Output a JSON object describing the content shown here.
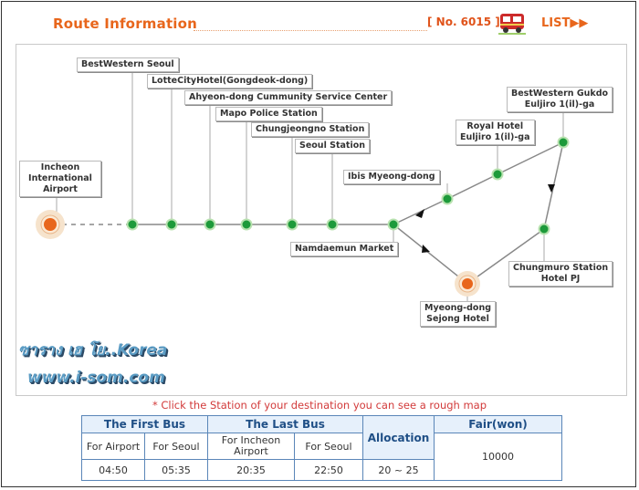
{
  "header": {
    "title": "Route Information",
    "route_no": "[ No. 6015 ]",
    "list_label": "LIST▶▶"
  },
  "stations": {
    "airport": "Incheon\nInternational\nAirport",
    "bestwestern_seoul": "BestWestern Seoul",
    "lottecity": "LotteCityHotel(Gongdeok-dong)",
    "ahyeon": "Ahyeon-dong Cummunity Service Center",
    "mapo": "Mapo Police Station",
    "chungjeongno": "Chungjeongno Station",
    "seoul_station": "Seoul Station",
    "ibis": "Ibis Myeong-dong",
    "royal": "Royal Hotel\nEuljiro 1(il)-ga",
    "bw_gukdo": "BestWestern Gukdo\nEuljiro 1(il)-ga",
    "namdaemun": "Namdaemun Market",
    "chungmuro": "Chungmuro Station\nHotel PJ",
    "sejong": "Myeong-dong\nSejong Hotel"
  },
  "watermark": {
    "line1": "ซาราง เฮ โย..Korea",
    "line2": "www.i-som.com"
  },
  "note": "* Click the Station of your destination you can see a rough map",
  "schedule": {
    "first_bus": "The First Bus",
    "last_bus": "The Last Bus",
    "allocation": "Allocation",
    "fair": "Fair(won)",
    "for_airport": "For Airport",
    "for_seoul": "For Seoul",
    "for_incheon_airport": "For Incheon Airport",
    "for_seoul_2": "For Seoul",
    "first_airport_time": "04:50",
    "first_seoul_time": "05:35",
    "last_airport_time": "20:35",
    "last_seoul_time": "22:50",
    "allocation_value": "20 ~ 25",
    "fair_value": "10000"
  },
  "colors": {
    "accent": "#e8661c",
    "station_green": "#1d9a3a",
    "table_border": "#5a86b8"
  }
}
